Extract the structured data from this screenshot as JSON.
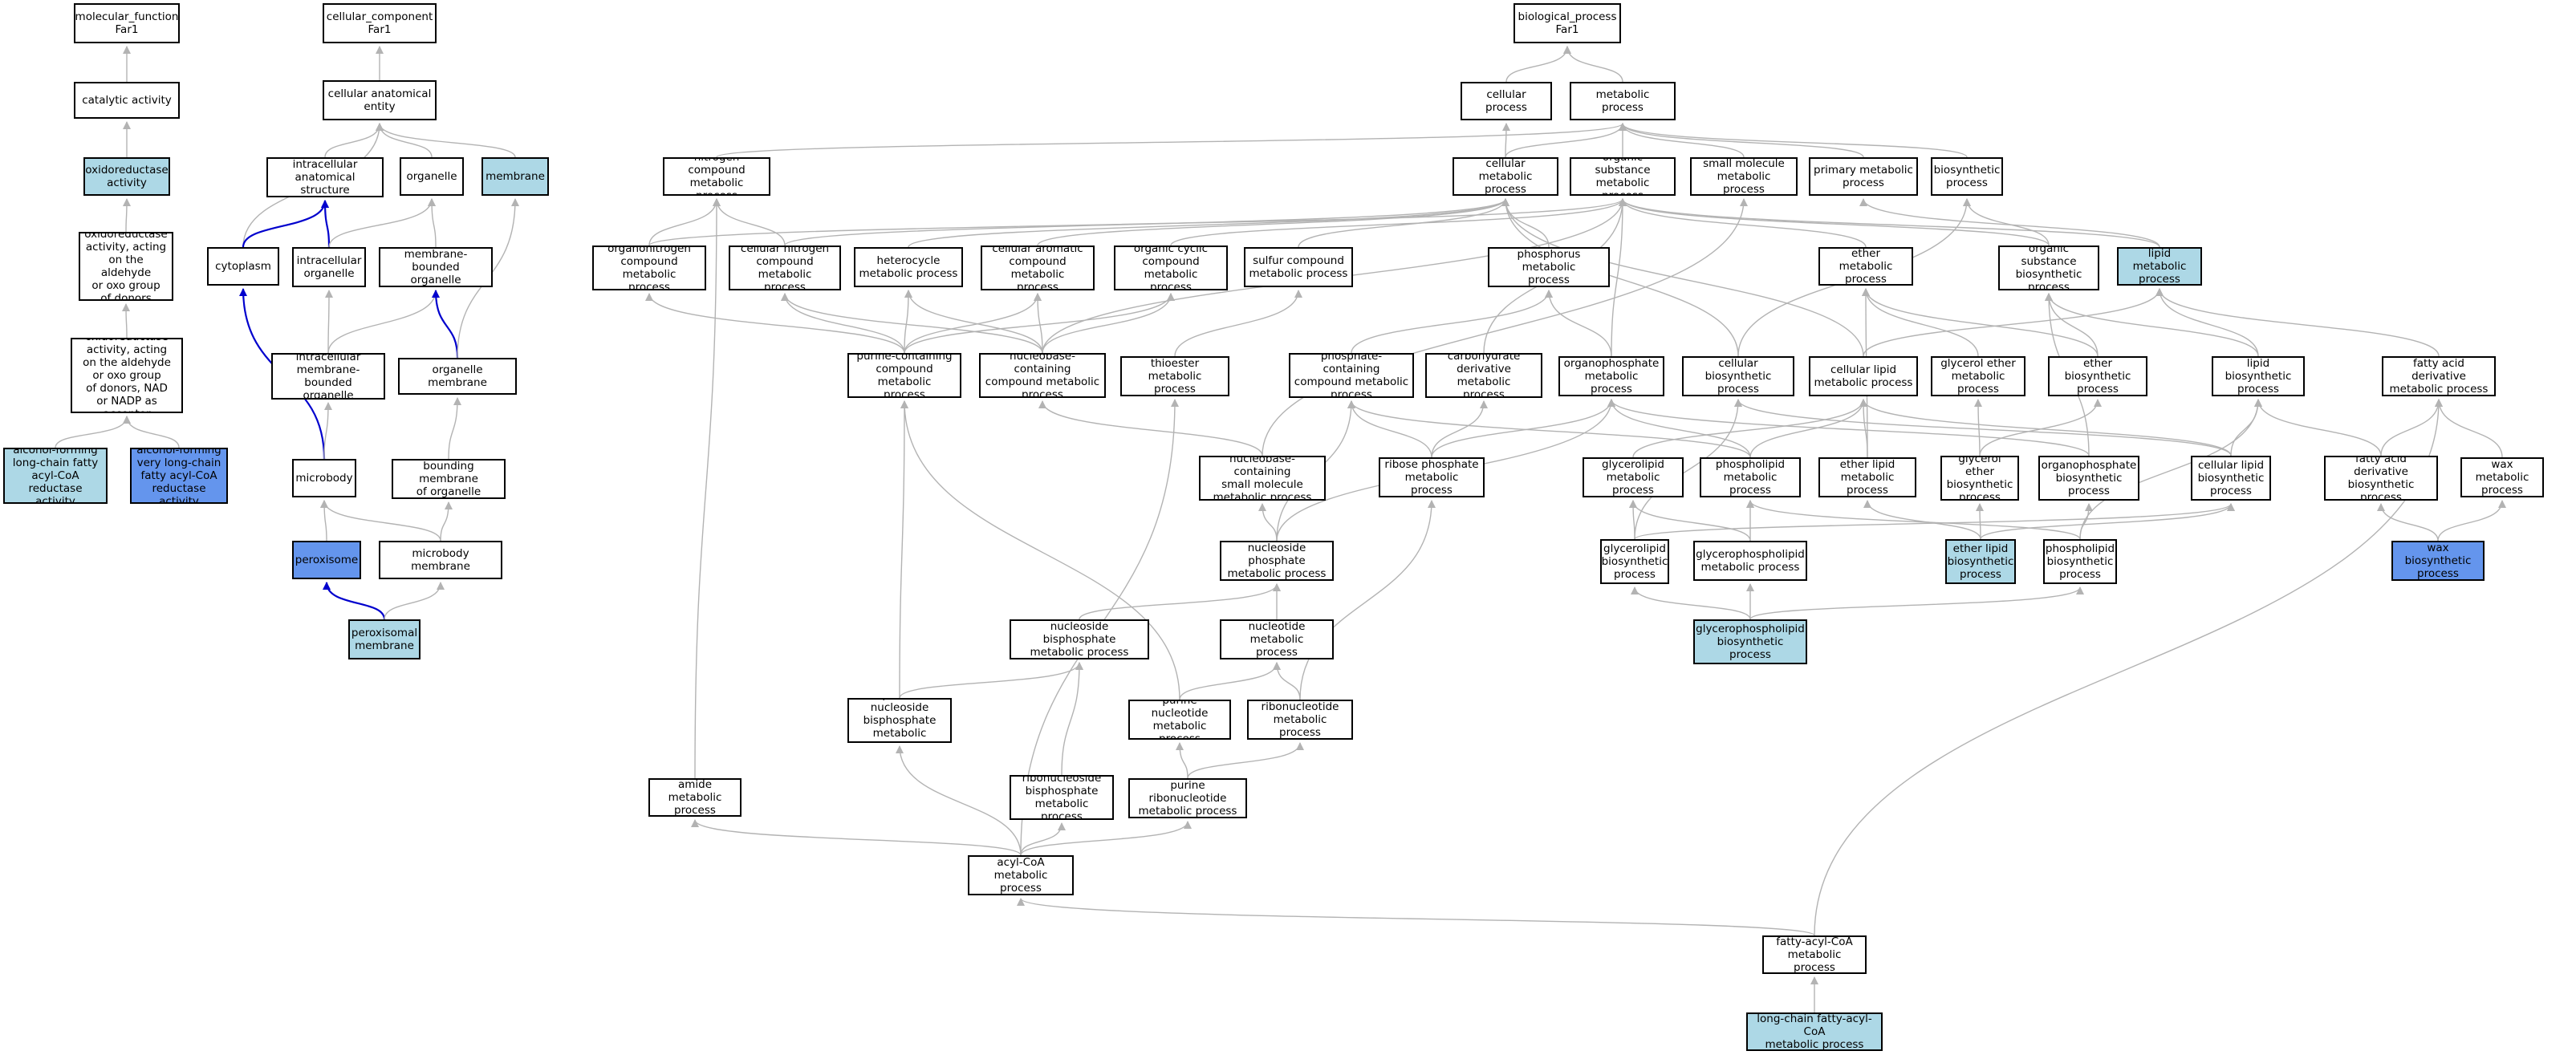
{
  "colors": {
    "light": "#add8e6",
    "blue": "#6495ed",
    "edge_default": "#b3b3b3",
    "edge_highlight": "#0000cd",
    "node_border": "#000000"
  },
  "nodes": {
    "mf_root": {
      "label": "molecular_function\nFar1",
      "fill": "white"
    },
    "catalytic": {
      "label": "catalytic activity",
      "fill": "white"
    },
    "oxidoreductase": {
      "label": "oxidoreductase\nactivity",
      "fill": "light"
    },
    "oxido_aldehyde": {
      "label": "oxidoreductase\nactivity, acting\non the aldehyde\nor oxo group\nof donors",
      "fill": "white"
    },
    "oxido_nad": {
      "label": "oxidoreductase\nactivity, acting\non the aldehyde\nor oxo group\nof donors, NAD\nor NADP as acceptor",
      "fill": "white"
    },
    "alcohol_long": {
      "label": "alcohol-forming\nlong-chain fatty\nacyl-CoA reductase\nactivity",
      "fill": "light"
    },
    "alcohol_vlong": {
      "label": "alcohol-forming\nvery long-chain\nfatty acyl-CoA\nreductase activity",
      "fill": "blue"
    },
    "cc_root": {
      "label": "cellular_component\nFar1",
      "fill": "white"
    },
    "cell_anat": {
      "label": "cellular anatomical\nentity",
      "fill": "white"
    },
    "intra_anat": {
      "label": "intracellular\nanatomical structure",
      "fill": "white"
    },
    "organelle": {
      "label": "organelle",
      "fill": "white"
    },
    "membrane": {
      "label": "membrane",
      "fill": "light"
    },
    "cytoplasm": {
      "label": "cytoplasm",
      "fill": "white"
    },
    "intra_org": {
      "label": "intracellular\norganelle",
      "fill": "white"
    },
    "mem_bound_org": {
      "label": "membrane-bounded\norganelle",
      "fill": "white"
    },
    "intra_mem_bound": {
      "label": "intracellular\nmembrane-bounded\norganelle",
      "fill": "white"
    },
    "org_membrane": {
      "label": "organelle membrane",
      "fill": "white"
    },
    "microbody": {
      "label": "microbody",
      "fill": "white"
    },
    "bounding_mem": {
      "label": "bounding membrane\nof organelle",
      "fill": "white"
    },
    "peroxisome": {
      "label": "peroxisome",
      "fill": "blue"
    },
    "microbody_mem": {
      "label": "microbody membrane",
      "fill": "white"
    },
    "perox_mem": {
      "label": "peroxisomal\nmembrane",
      "fill": "light"
    },
    "bp_root": {
      "label": "biological_process\nFar1",
      "fill": "white"
    },
    "cellular_proc": {
      "label": "cellular process",
      "fill": "white"
    },
    "metabolic_proc": {
      "label": "metabolic process",
      "fill": "white"
    },
    "nitrogen_comp": {
      "label": "nitrogen compound\nmetabolic process",
      "fill": "white"
    },
    "cellular_metab": {
      "label": "cellular metabolic\nprocess",
      "fill": "white"
    },
    "organic_subst": {
      "label": "organic substance\nmetabolic process",
      "fill": "white"
    },
    "small_mol": {
      "label": "small molecule\nmetabolic process",
      "fill": "white"
    },
    "primary_metab": {
      "label": "primary metabolic\nprocess",
      "fill": "white"
    },
    "biosynthetic": {
      "label": "biosynthetic\nprocess",
      "fill": "white"
    },
    "organonitrogen": {
      "label": "organonitrogen\ncompound metabolic\nprocess",
      "fill": "white"
    },
    "cell_nitrogen": {
      "label": "cellular nitrogen\ncompound metabolic\nprocess",
      "fill": "white"
    },
    "heterocycle": {
      "label": "heterocycle\nmetabolic process",
      "fill": "white"
    },
    "cell_aromatic": {
      "label": "cellular aromatic\ncompound metabolic\nprocess",
      "fill": "white"
    },
    "org_cyclic": {
      "label": "organic cyclic\ncompound metabolic\nprocess",
      "fill": "white"
    },
    "sulfur_comp": {
      "label": "sulfur compound\nmetabolic process",
      "fill": "white"
    },
    "phosphorus": {
      "label": "phosphorus metabolic\nprocess",
      "fill": "white"
    },
    "ether_metab": {
      "label": "ether metabolic\nprocess",
      "fill": "white"
    },
    "org_subst_bios": {
      "label": "organic substance\nbiosynthetic\nprocess",
      "fill": "white"
    },
    "lipid_metab": {
      "label": "lipid metabolic\nprocess",
      "fill": "light"
    },
    "purine_cont": {
      "label": "purine-containing\ncompound metabolic\nprocess",
      "fill": "white"
    },
    "nucleobase_cont": {
      "label": "nucleobase-containing\ncompound metabolic\nprocess",
      "fill": "white"
    },
    "thioester": {
      "label": "thioester metabolic\nprocess",
      "fill": "white"
    },
    "phosphate_cont": {
      "label": "phosphate-containing\ncompound metabolic\nprocess",
      "fill": "white"
    },
    "carb_deriv": {
      "label": "carbohydrate\nderivative metabolic\nprocess",
      "fill": "white"
    },
    "organophosphate": {
      "label": "organophosphate\nmetabolic process",
      "fill": "white"
    },
    "cell_bios": {
      "label": "cellular biosynthetic\nprocess",
      "fill": "white"
    },
    "cell_lipid": {
      "label": "cellular lipid\nmetabolic process",
      "fill": "white"
    },
    "glycerol_ether": {
      "label": "glycerol ether\nmetabolic process",
      "fill": "white"
    },
    "ether_bios": {
      "label": "ether biosynthetic\nprocess",
      "fill": "white"
    },
    "lipid_bios": {
      "label": "lipid biosynthetic\nprocess",
      "fill": "white"
    },
    "fatty_deriv": {
      "label": "fatty acid derivative\nmetabolic process",
      "fill": "white"
    },
    "nucleobase_small": {
      "label": "nucleobase-containing\nsmall molecule\nmetabolic process",
      "fill": "white"
    },
    "ribose_phos": {
      "label": "ribose phosphate\nmetabolic process",
      "fill": "white"
    },
    "glycerolipid": {
      "label": "glycerolipid\nmetabolic process",
      "fill": "white"
    },
    "phospholipid": {
      "label": "phospholipid\nmetabolic process",
      "fill": "white"
    },
    "ether_lipid": {
      "label": "ether lipid\nmetabolic process",
      "fill": "white"
    },
    "glycerol_ether_bios": {
      "label": "glycerol ether\nbiosynthetic\nprocess",
      "fill": "white"
    },
    "organophos_bios": {
      "label": "organophosphate\nbiosynthetic\nprocess",
      "fill": "white"
    },
    "cell_lipid_bios": {
      "label": "cellular lipid\nbiosynthetic\nprocess",
      "fill": "white"
    },
    "fatty_deriv_bios": {
      "label": "fatty acid derivative\nbiosynthetic\nprocess",
      "fill": "white"
    },
    "wax_metab": {
      "label": "wax metabolic\nprocess",
      "fill": "white"
    },
    "nucleoside_phos": {
      "label": "nucleoside phosphate\nmetabolic process",
      "fill": "white"
    },
    "glycerolipid_bios": {
      "label": "glycerolipid\nbiosynthetic\nprocess",
      "fill": "white"
    },
    "glycerophospholipid": {
      "label": "glycerophospholipid\nmetabolic process",
      "fill": "white"
    },
    "ether_lipid_bios": {
      "label": "ether lipid\nbiosynthetic\nprocess",
      "fill": "light"
    },
    "phospholipid_bios": {
      "label": "phospholipid\nbiosynthetic\nprocess",
      "fill": "white"
    },
    "wax_bios": {
      "label": "wax biosynthetic\nprocess",
      "fill": "blue"
    },
    "glycerophos_bios": {
      "label": "glycerophospholipid\nbiosynthetic\nprocess",
      "fill": "light"
    },
    "nucleoside_bisphos": {
      "label": "nucleoside bisphosphate\nmetabolic process",
      "fill": "white"
    },
    "nucleotide_metab": {
      "label": "nucleotide metabolic\nprocess",
      "fill": "white"
    },
    "purine_nuc_bisphos": {
      "label": "purine nucleoside\nbisphosphate\nmetabolic process",
      "fill": "white"
    },
    "purine_nucleotide": {
      "label": "purine nucleotide\nmetabolic process",
      "fill": "white"
    },
    "ribonucleotide": {
      "label": "ribonucleotide\nmetabolic process",
      "fill": "white"
    },
    "amide_metab": {
      "label": "amide metabolic\nprocess",
      "fill": "white"
    },
    "ribonuc_bisphos": {
      "label": "ribonucleoside\nbisphosphate\nmetabolic process",
      "fill": "white"
    },
    "purine_ribonuc": {
      "label": "purine ribonucleotide\nmetabolic process",
      "fill": "white"
    },
    "acyl_coa": {
      "label": "acyl-CoA metabolic\nprocess",
      "fill": "white"
    },
    "fatty_acyl_coa": {
      "label": "fatty-acyl-CoA\nmetabolic process",
      "fill": "white"
    },
    "long_chain_coa": {
      "label": "long-chain fatty-acyl-CoA\nmetabolic process",
      "fill": "light"
    }
  },
  "edges": [
    [
      "catalytic",
      "mf_root",
      0
    ],
    [
      "oxidoreductase",
      "catalytic",
      0
    ],
    [
      "oxido_aldehyde",
      "oxidoreductase",
      0
    ],
    [
      "oxido_nad",
      "oxido_aldehyde",
      0
    ],
    [
      "alcohol_long",
      "oxido_nad",
      0
    ],
    [
      "alcohol_vlong",
      "oxido_nad",
      0
    ],
    [
      "cell_anat",
      "cc_root",
      0
    ],
    [
      "intra_anat",
      "cell_anat",
      0
    ],
    [
      "organelle",
      "cell_anat",
      0
    ],
    [
      "membrane",
      "cell_anat",
      0
    ],
    [
      "cytoplasm",
      "cell_anat",
      0
    ],
    [
      "cytoplasm",
      "intra_anat",
      1
    ],
    [
      "intra_org",
      "intra_anat",
      1
    ],
    [
      "intra_org",
      "organelle",
      0
    ],
    [
      "mem_bound_org",
      "organelle",
      0
    ],
    [
      "intra_mem_bound",
      "intra_org",
      0
    ],
    [
      "intra_mem_bound",
      "mem_bound_org",
      0
    ],
    [
      "org_membrane",
      "mem_bound_org",
      1
    ],
    [
      "org_membrane",
      "membrane",
      0
    ],
    [
      "microbody",
      "cytoplasm",
      1
    ],
    [
      "microbody",
      "intra_mem_bound",
      0
    ],
    [
      "bounding_mem",
      "org_membrane",
      0
    ],
    [
      "peroxisome",
      "microbody",
      0
    ],
    [
      "microbody_mem",
      "microbody",
      0
    ],
    [
      "microbody_mem",
      "bounding_mem",
      0
    ],
    [
      "perox_mem",
      "peroxisome",
      1
    ],
    [
      "perox_mem",
      "microbody_mem",
      0
    ],
    [
      "cellular_proc",
      "bp_root",
      0
    ],
    [
      "metabolic_proc",
      "bp_root",
      0
    ],
    [
      "nitrogen_comp",
      "metabolic_proc",
      0
    ],
    [
      "cellular_metab",
      "cellular_proc",
      0
    ],
    [
      "cellular_metab",
      "metabolic_proc",
      0
    ],
    [
      "organic_subst",
      "metabolic_proc",
      0
    ],
    [
      "small_mol",
      "metabolic_proc",
      0
    ],
    [
      "primary_metab",
      "metabolic_proc",
      0
    ],
    [
      "biosynthetic",
      "metabolic_proc",
      0
    ],
    [
      "lipid_metab",
      "primary_metab",
      0
    ],
    [
      "lipid_metab",
      "organic_subst",
      0
    ],
    [
      "organonitrogen",
      "nitrogen_comp",
      0
    ],
    [
      "organonitrogen",
      "organic_subst",
      0
    ],
    [
      "cell_nitrogen",
      "nitrogen_comp",
      0
    ],
    [
      "cell_nitrogen",
      "cellular_metab",
      0
    ],
    [
      "heterocycle",
      "cellular_metab",
      0
    ],
    [
      "cell_aromatic",
      "cellular_metab",
      0
    ],
    [
      "org_cyclic",
      "organic_subst",
      0
    ],
    [
      "sulfur_comp",
      "cellular_metab",
      0
    ],
    [
      "phosphorus",
      "cellular_metab",
      0
    ],
    [
      "ether_metab",
      "organic_subst",
      0
    ],
    [
      "org_subst_bios",
      "organic_subst",
      0
    ],
    [
      "org_subst_bios",
      "biosynthetic",
      0
    ],
    [
      "purine_cont",
      "organonitrogen",
      0
    ],
    [
      "purine_cont",
      "heterocycle",
      0
    ],
    [
      "purine_cont",
      "org_cyclic",
      0
    ],
    [
      "purine_cont",
      "cell_nitrogen",
      0
    ],
    [
      "purine_cont",
      "cell_aromatic",
      0
    ],
    [
      "nucleobase_cont",
      "cell_nitrogen",
      0
    ],
    [
      "nucleobase_cont",
      "heterocycle",
      0
    ],
    [
      "nucleobase_cont",
      "cell_aromatic",
      0
    ],
    [
      "nucleobase_cont",
      "org_cyclic",
      0
    ],
    [
      "nucleobase_cont",
      "organic_subst",
      0
    ],
    [
      "thioester",
      "sulfur_comp",
      0
    ],
    [
      "phosphate_cont",
      "phosphorus",
      0
    ],
    [
      "carb_deriv",
      "organic_subst",
      0
    ],
    [
      "organophosphate",
      "phosphorus",
      0
    ],
    [
      "organophosphate",
      "organic_subst",
      0
    ],
    [
      "cell_bios",
      "cellular_metab",
      0
    ],
    [
      "cell_bios",
      "biosynthetic",
      0
    ],
    [
      "cell_lipid",
      "cellular_metab",
      0
    ],
    [
      "cell_lipid",
      "lipid_metab",
      0
    ],
    [
      "glycerol_ether",
      "ether_metab",
      0
    ],
    [
      "ether_bios",
      "ether_metab",
      0
    ],
    [
      "ether_bios",
      "org_subst_bios",
      0
    ],
    [
      "lipid_bios",
      "lipid_metab",
      0
    ],
    [
      "lipid_bios",
      "org_subst_bios",
      0
    ],
    [
      "fatty_deriv",
      "lipid_metab",
      0
    ],
    [
      "nucleobase_small",
      "nucleobase_cont",
      0
    ],
    [
      "nucleobase_small",
      "small_mol",
      0
    ],
    [
      "ribose_phos",
      "carb_deriv",
      0
    ],
    [
      "ribose_phos",
      "phosphate_cont",
      0
    ],
    [
      "ribose_phos",
      "organophosphate",
      0
    ],
    [
      "glycerolipid",
      "cell_lipid",
      0
    ],
    [
      "phospholipid",
      "phosphate_cont",
      0
    ],
    [
      "phospholipid",
      "cell_lipid",
      0
    ],
    [
      "phospholipid",
      "organophosphate",
      0
    ],
    [
      "ether_lipid",
      "cell_lipid",
      0
    ],
    [
      "ether_lipid",
      "ether_metab",
      0
    ],
    [
      "glycerol_ether_bios",
      "glycerol_ether",
      0
    ],
    [
      "glycerol_ether_bios",
      "ether_bios",
      0
    ],
    [
      "organophos_bios",
      "org_subst_bios",
      0
    ],
    [
      "organophos_bios",
      "organophosphate",
      0
    ],
    [
      "cell_lipid_bios",
      "cell_lipid",
      0
    ],
    [
      "cell_lipid_bios",
      "lipid_bios",
      0
    ],
    [
      "cell_lipid_bios",
      "cell_bios",
      0
    ],
    [
      "fatty_deriv_bios",
      "fatty_deriv",
      0
    ],
    [
      "fatty_deriv_bios",
      "lipid_bios",
      0
    ],
    [
      "wax_metab",
      "fatty_deriv",
      0
    ],
    [
      "nucleoside_phos",
      "nucleobase_small",
      0
    ],
    [
      "nucleoside_phos",
      "phosphate_cont",
      0
    ],
    [
      "nucleoside_phos",
      "organophosphate",
      0
    ],
    [
      "glycerolipid_bios",
      "glycerolipid",
      0
    ],
    [
      "glycerolipid_bios",
      "cell_lipid_bios",
      0
    ],
    [
      "glycerolipid_bios",
      "cell_bios",
      0
    ],
    [
      "glycerophospholipid",
      "glycerolipid",
      0
    ],
    [
      "glycerophospholipid",
      "phospholipid",
      0
    ],
    [
      "ether_lipid_bios",
      "ether_lipid",
      0
    ],
    [
      "ether_lipid_bios",
      "glycerol_ether_bios",
      0
    ],
    [
      "ether_lipid_bios",
      "cell_lipid_bios",
      0
    ],
    [
      "phospholipid_bios",
      "organophos_bios",
      0
    ],
    [
      "phospholipid_bios",
      "phospholipid",
      0
    ],
    [
      "phospholipid_bios",
      "lipid_bios",
      0
    ],
    [
      "wax_bios",
      "wax_metab",
      0
    ],
    [
      "wax_bios",
      "fatty_deriv_bios",
      0
    ],
    [
      "glycerophos_bios",
      "glycerophospholipid",
      0
    ],
    [
      "glycerophos_bios",
      "glycerolipid_bios",
      0
    ],
    [
      "glycerophos_bios",
      "phospholipid_bios",
      0
    ],
    [
      "nucleoside_bisphos",
      "nucleoside_phos",
      0
    ],
    [
      "nucleotide_metab",
      "nucleoside_phos",
      0
    ],
    [
      "purine_nuc_bisphos",
      "nucleoside_bisphos",
      0
    ],
    [
      "purine_nuc_bisphos",
      "purine_cont",
      0
    ],
    [
      "purine_nucleotide",
      "nucleotide_metab",
      0
    ],
    [
      "purine_nucleotide",
      "purine_cont",
      0
    ],
    [
      "ribonucleotide",
      "nucleotide_metab",
      0
    ],
    [
      "ribonucleotide",
      "ribose_phos",
      0
    ],
    [
      "amide_metab",
      "nitrogen_comp",
      0
    ],
    [
      "ribonuc_bisphos",
      "nucleoside_bisphos",
      0
    ],
    [
      "purine_ribonuc",
      "purine_nucleotide",
      0
    ],
    [
      "purine_ribonuc",
      "ribonucleotide",
      0
    ],
    [
      "acyl_coa",
      "purine_nuc_bisphos",
      0
    ],
    [
      "acyl_coa",
      "ribonuc_bisphos",
      0
    ],
    [
      "acyl_coa",
      "purine_ribonuc",
      0
    ],
    [
      "acyl_coa",
      "amide_metab",
      0
    ],
    [
      "acyl_coa",
      "thioester",
      0
    ],
    [
      "fatty_acyl_coa",
      "acyl_coa",
      0
    ],
    [
      "fatty_acyl_coa",
      "fatty_deriv",
      0
    ],
    [
      "long_chain_coa",
      "fatty_acyl_coa",
      0
    ]
  ]
}
